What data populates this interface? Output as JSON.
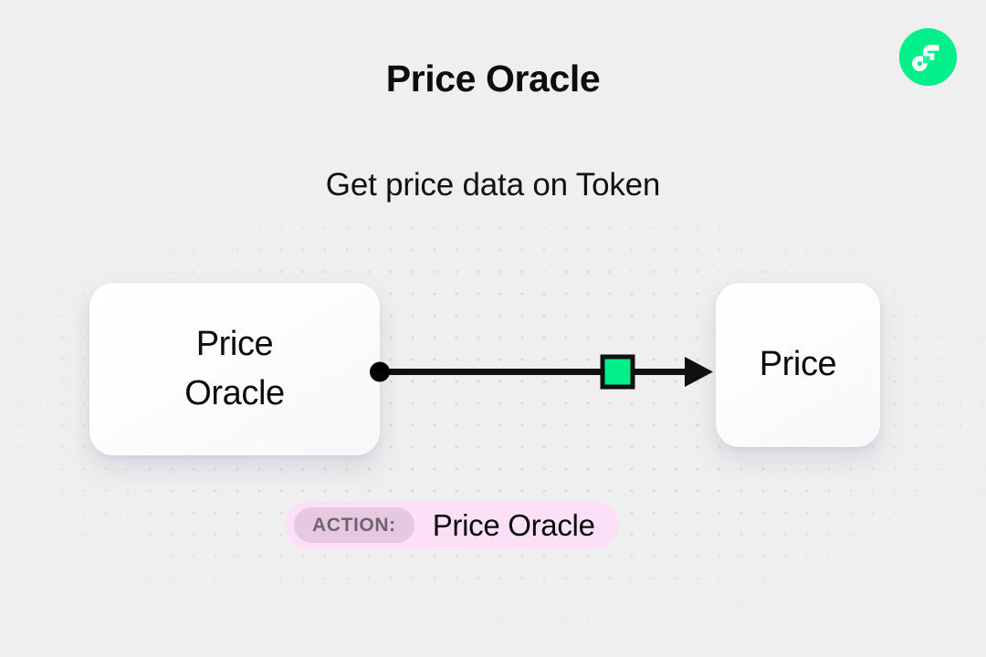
{
  "page": {
    "title": "Price Oracle",
    "subtitle": "Get price data on Token",
    "background_color": "#efefef"
  },
  "brand": {
    "logo_name": "flow-logo-icon",
    "circle_color": "#00ef8b",
    "glyph_color": "#ffffff",
    "glyph_accent_color": "#16ff9e"
  },
  "diagram": {
    "type": "flow",
    "source_node": {
      "label": "Price\nOracle",
      "background_color": "#ffffff"
    },
    "target_node": {
      "label": "Price",
      "background_color": "#ffffff"
    },
    "connector": {
      "start_dot_color": "#111111",
      "line_color": "#111111",
      "arrow_color": "#111111",
      "midpoint_marker_color": "#00ef8b",
      "midpoint_marker_border_color": "#111111"
    }
  },
  "action": {
    "chip_label": "ACTION:",
    "value": "Price Oracle",
    "badge_color": "#fbe0f7",
    "chip_color": "#e6c9e1",
    "chip_text_color": "#6f6471"
  }
}
